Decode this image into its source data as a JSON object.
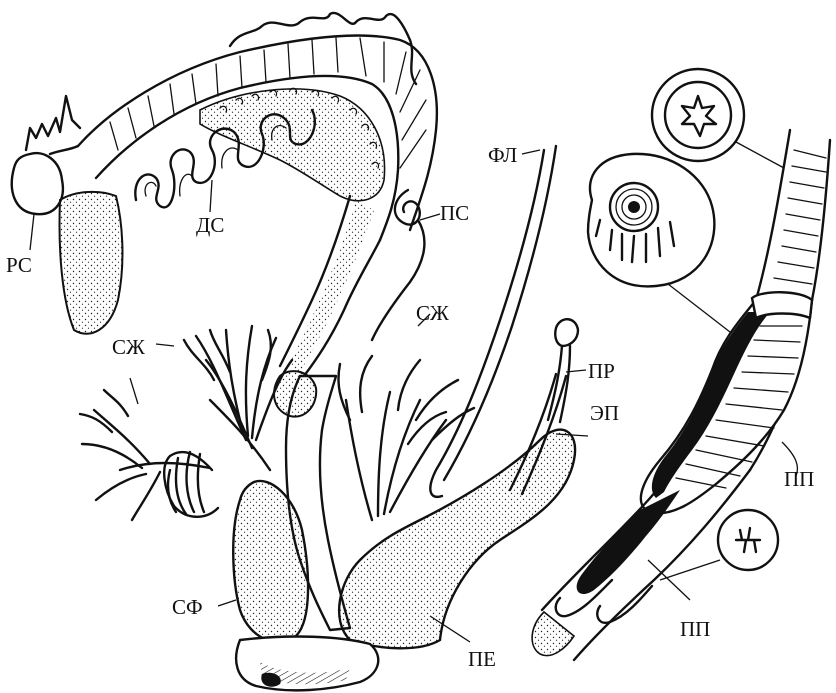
{
  "figure": {
    "labels": {
      "pc": "РС",
      "dc": "ДС",
      "pc2": "ПС",
      "fl": "ФЛ",
      "szh_left": "СЖ",
      "szh_right": "СЖ",
      "pr": "ПР",
      "ep": "ЭП",
      "sf": "СФ",
      "pe": "ПЕ",
      "pp_upper": "ПП",
      "pp_lower": "ПП"
    }
  }
}
